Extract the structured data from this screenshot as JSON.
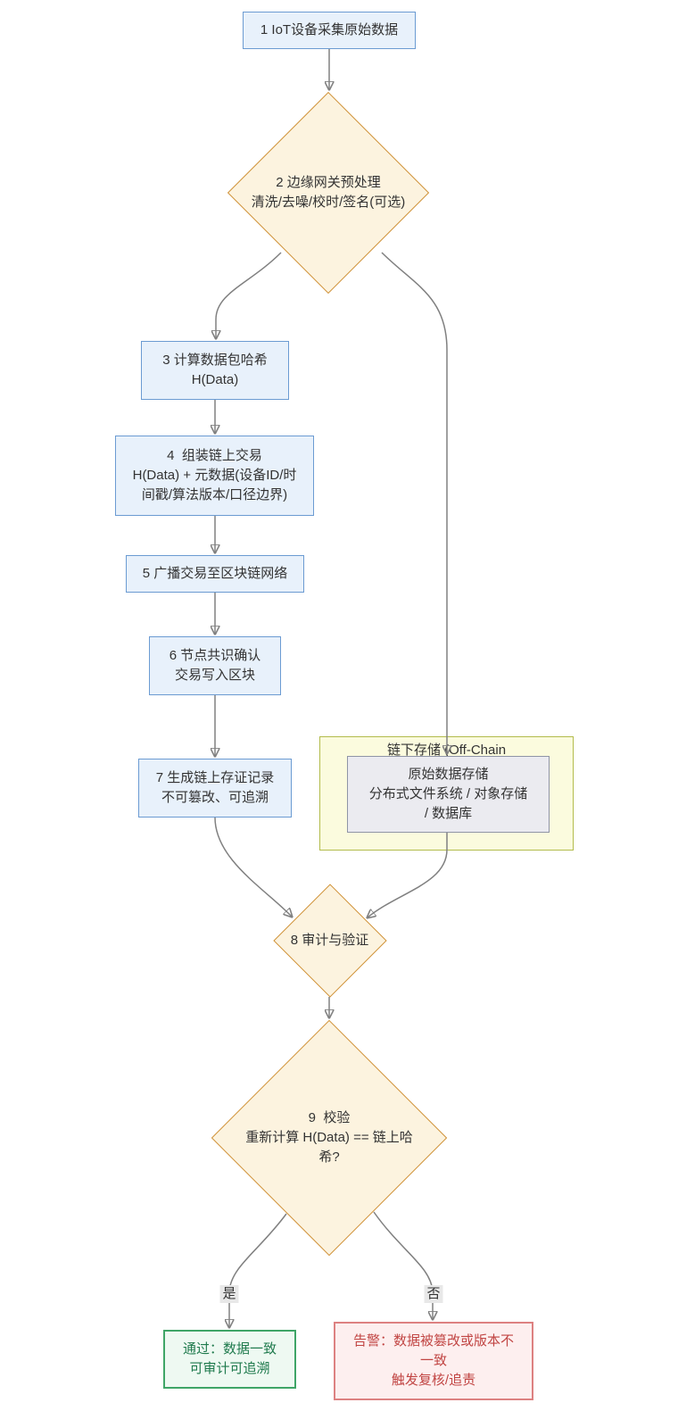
{
  "diagram": {
    "nodes": {
      "n1": {
        "label": "1 IoT设备采集原始数据"
      },
      "n2": {
        "label": "2 边缘网关预处理\n清洗/去噪/校时/签名(可选)"
      },
      "n3": {
        "label": "3 计算数据包哈希\nH(Data)"
      },
      "n4": {
        "label": "4  组装链上交易\nH(Data) + 元数据(设备ID/时\n间戳/算法版本/口径边界)"
      },
      "n5": {
        "label": "5 广播交易至区块链网络"
      },
      "n6": {
        "label": "6 节点共识确认\n交易写入区块"
      },
      "n7": {
        "label": "7 生成链上存证记录\n不可篡改、可追溯"
      },
      "offchain": {
        "title": "链下存储 (Off-Chain",
        "store_label": "原始数据存储\n分布式文件系统 / 对象存储\n/ 数据库"
      },
      "n8": {
        "label": "8 审计与验证"
      },
      "n9": {
        "label": "9  校验\n重新计算 H(Data) == 链上哈\n希?"
      },
      "pass": {
        "label": "通过：数据一致\n可审计可追溯"
      },
      "alert": {
        "label": "告警：数据被篡改或版本不\n一致\n触发复核/追责"
      }
    },
    "edge_labels": {
      "yes": "是",
      "no": "否"
    },
    "colors": {
      "process_fill": "#E8F1FB",
      "process_border": "#6B9BD2",
      "decision_fill": "#FCF3DF",
      "decision_border": "#CF9137",
      "subgraph_fill": "#FBFBDE",
      "subgraph_border": "#B3BC4C",
      "store_fill": "#EBEBF0",
      "store_border": "#8F94A6",
      "pass_fill": "#EEF9F2",
      "pass_border": "#3FA567",
      "pass_text": "#1F7A4D",
      "alert_fill": "#FDEFEF",
      "alert_border": "#DD8181",
      "alert_text": "#C14543",
      "edge_stroke": "#808080",
      "arrowhead": "#333333"
    }
  }
}
